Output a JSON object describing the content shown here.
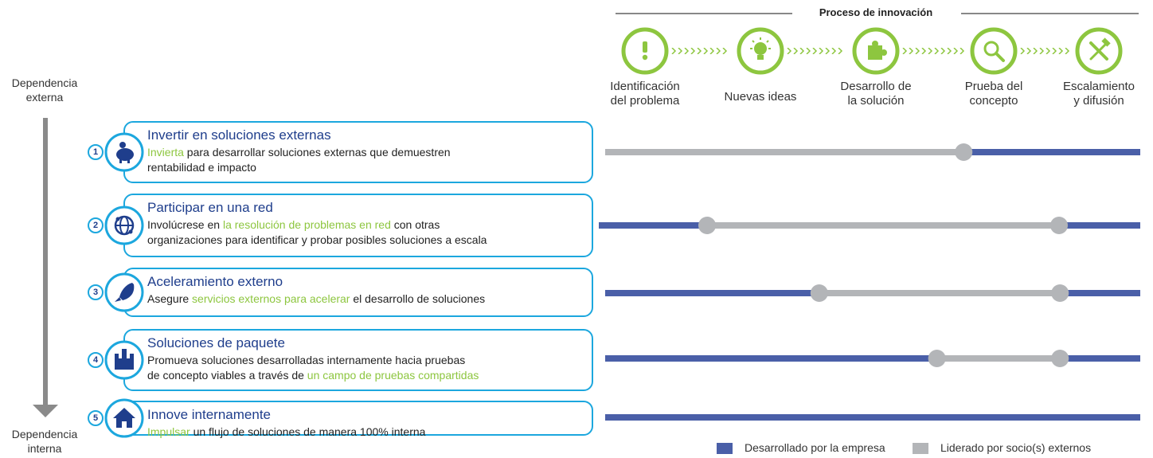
{
  "process": {
    "title": "Proceso de innovación",
    "stages": [
      {
        "icon": "exclamation-icon",
        "label_lines": [
          "Identificación",
          "del problema"
        ]
      },
      {
        "icon": "lightbulb-icon",
        "label_lines": [
          "Nuevas ideas"
        ]
      },
      {
        "icon": "puzzle-icon",
        "label_lines": [
          "Desarrollo de",
          "la solución"
        ]
      },
      {
        "icon": "magnifier-icon",
        "label_lines": [
          "Prueba del",
          "concepto"
        ]
      },
      {
        "icon": "tools-icon",
        "label_lines": [
          "Escalamiento",
          "y difusión"
        ]
      }
    ]
  },
  "axis": {
    "top_lines": [
      "Dependencia",
      "externa"
    ],
    "bottom_lines": [
      "Dependencia",
      "interna"
    ]
  },
  "strategies": [
    {
      "number": "1",
      "icon": "piggy-bank-icon",
      "title": "Invertir en soluciones externas",
      "desc_lines": [
        [
          {
            "text": "Invierta",
            "hl": true
          },
          {
            "text": " para desarrollar soluciones externas que demuestren",
            "hl": false
          }
        ],
        [
          {
            "text": "rentabilidad e impacto",
            "hl": false
          }
        ]
      ],
      "bar_segments": [
        {
          "from": 0,
          "to": 0.67,
          "owner": "partner"
        },
        {
          "from": 0.67,
          "to": 1,
          "owner": "company"
        }
      ],
      "markers": [
        0.67
      ]
    },
    {
      "number": "2",
      "icon": "network-globe-icon",
      "title": "Participar en una red",
      "desc_lines": [
        [
          {
            "text": "Involúcrese en ",
            "hl": false
          },
          {
            "text": "la resolución de problemas en red",
            "hl": true
          },
          {
            "text": " con otras",
            "hl": false
          }
        ],
        [
          {
            "text": "organizaciones para identificar y probar posibles soluciones a escala",
            "hl": false
          }
        ]
      ],
      "bar_segments": [
        {
          "from": 0,
          "to": 0.2,
          "owner": "company"
        },
        {
          "from": 0.2,
          "to": 0.85,
          "owner": "partner"
        },
        {
          "from": 0.85,
          "to": 1,
          "owner": "company"
        }
      ],
      "markers": [
        0.2,
        0.85
      ]
    },
    {
      "number": "3",
      "icon": "rocket-icon",
      "title": "Aceleramiento externo",
      "desc_lines": [
        [
          {
            "text": "Asegure ",
            "hl": false
          },
          {
            "text": "servicios externos para acelerar",
            "hl": true
          },
          {
            "text": " el desarrollo de soluciones",
            "hl": false
          }
        ]
      ],
      "bar_segments": [
        {
          "from": 0,
          "to": 0.4,
          "owner": "company"
        },
        {
          "from": 0.4,
          "to": 0.85,
          "owner": "partner"
        },
        {
          "from": 0.85,
          "to": 1,
          "owner": "company"
        }
      ],
      "markers": [
        0.4,
        0.85
      ]
    },
    {
      "number": "4",
      "icon": "castle-icon",
      "title": "Soluciones de paquete",
      "desc_lines": [
        [
          {
            "text": "Promueva soluciones desarrolladas internamente hacia pruebas",
            "hl": false
          }
        ],
        [
          {
            "text": "de concepto viables a través de ",
            "hl": false
          },
          {
            "text": "un campo de pruebas  compartidas",
            "hl": true
          }
        ]
      ],
      "bar_segments": [
        {
          "from": 0,
          "to": 0.62,
          "owner": "company"
        },
        {
          "from": 0.62,
          "to": 0.85,
          "owner": "partner"
        },
        {
          "from": 0.85,
          "to": 1,
          "owner": "company"
        }
      ],
      "markers": [
        0.62,
        0.85
      ]
    },
    {
      "number": "5",
      "icon": "house-icon",
      "title": "Innove internamente",
      "desc_lines": [
        [
          {
            "text": "Impulsar",
            "hl": true
          },
          {
            "text": " un flujo de soluciones de manera 100% interna",
            "hl": false
          }
        ]
      ],
      "bar_segments": [
        {
          "from": 0,
          "to": 1,
          "owner": "company"
        }
      ],
      "markers": []
    }
  ],
  "legend": [
    {
      "label": "Desarrollado por la empresa",
      "color": "#4a5fa8"
    },
    {
      "label": "Liderado por socio(s) externos",
      "color": "#b3b5b8"
    }
  ],
  "colors": {
    "company": "#4a5fa8",
    "partner": "#b3b5b8",
    "marker": "#b3b5b8",
    "card_border": "#1ca7de",
    "title": "#1f3e8c",
    "highlight": "#8dc63f",
    "stage_icon": "#8dc63f"
  }
}
